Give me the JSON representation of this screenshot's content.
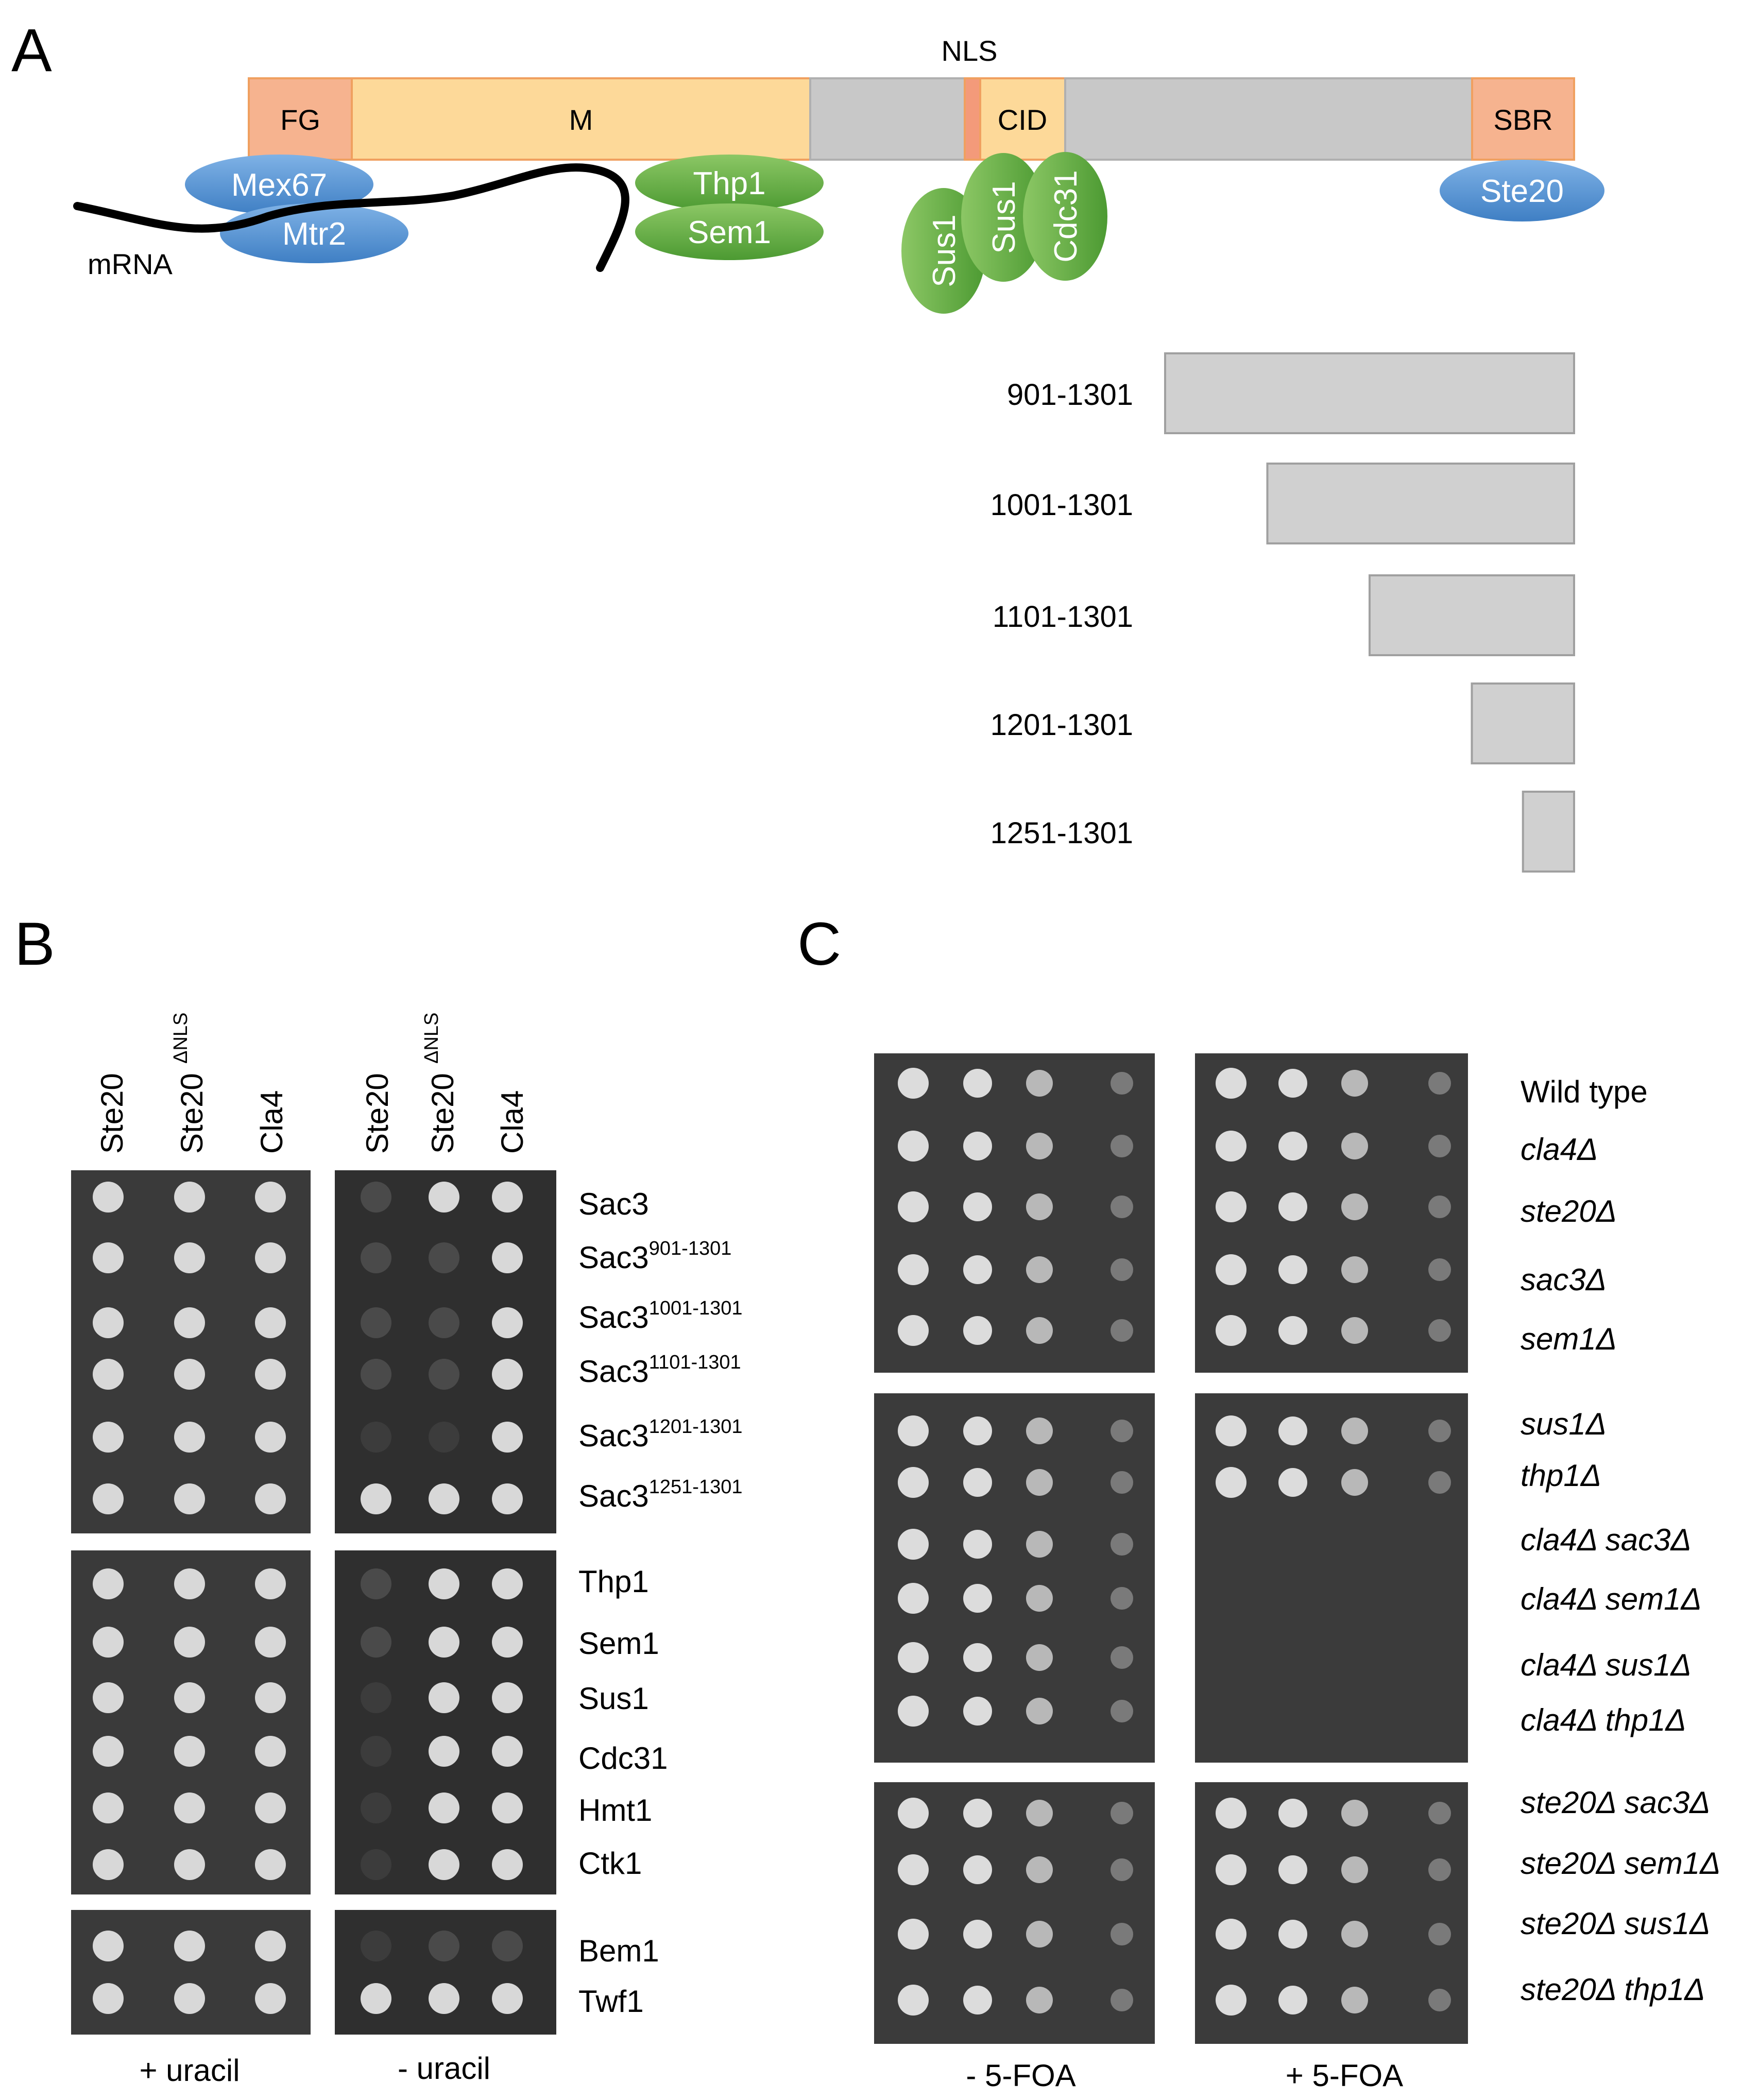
{
  "panels": {
    "a": {
      "letter": "A",
      "nls_label": "NLS",
      "mrna_label": "mRNA",
      "domains": [
        {
          "label": "FG",
          "color": "#f6b38f"
        },
        {
          "label": "M",
          "color": "#fdd999"
        },
        {
          "label": "",
          "color": "#c8c8c8"
        },
        {
          "label": "",
          "color": "#f39a7a"
        },
        {
          "label": "CID",
          "color": "#fdd999"
        },
        {
          "label": "",
          "color": "#c8c8c8"
        },
        {
          "label": "SBR",
          "color": "#f6b38f"
        }
      ],
      "binders": {
        "blue": [
          "Mex67",
          "Mtr2",
          "Ste20"
        ],
        "green": [
          "Thp1",
          "Sem1",
          "Sus1",
          "Sus1",
          "Cdc31"
        ]
      },
      "truncations": [
        {
          "label": "901-1301",
          "start": 901,
          "end": 1301
        },
        {
          "label": "1001-1301",
          "start": 1001,
          "end": 1301
        },
        {
          "label": "1101-1301",
          "start": 1101,
          "end": 1301
        },
        {
          "label": "1201-1301",
          "start": 1201,
          "end": 1301
        },
        {
          "label": "1251-1301",
          "start": 1251,
          "end": 1301
        }
      ]
    },
    "b": {
      "letter": "B",
      "columns_left": [
        "Ste20",
        "Ste20",
        "Cla4"
      ],
      "columns_right": [
        "Ste20",
        "Ste20",
        "Cla4"
      ],
      "superscript": "ΔNLS",
      "rows_group1": [
        {
          "base": "Sac3",
          "sup": ""
        },
        {
          "base": "Sac3",
          "sup": "901-1301"
        },
        {
          "base": "Sac3",
          "sup": "1001-1301"
        },
        {
          "base": "Sac3",
          "sup": "1101-1301"
        },
        {
          "base": "Sac3",
          "sup": "1201-1301"
        },
        {
          "base": "Sac3",
          "sup": "1251-1301"
        }
      ],
      "rows_group2": [
        "Thp1",
        "Sem1",
        "Sus1",
        "Cdc31",
        "Hmt1",
        "Ctk1"
      ],
      "rows_group3": [
        "Bem1",
        "Twf1"
      ],
      "bottom_left": "+ uracil",
      "bottom_right": "- uracil"
    },
    "c": {
      "letter": "C",
      "strains_group1": [
        "Wild type",
        "cla4Δ",
        "ste20Δ",
        "sac3Δ",
        "sem1Δ"
      ],
      "strains_group2": [
        "sus1Δ",
        "thp1Δ",
        "cla4Δ sac3Δ",
        "cla4Δ sem1Δ",
        "cla4Δ sus1Δ",
        "cla4Δ thp1Δ"
      ],
      "strains_group3": [
        "ste20Δ sac3Δ",
        "ste20Δ sem1Δ",
        "ste20Δ sus1Δ",
        "ste20Δ thp1Δ"
      ],
      "bottom_left": "- 5-FOA",
      "bottom_right": "+ 5-FOA"
    }
  }
}
